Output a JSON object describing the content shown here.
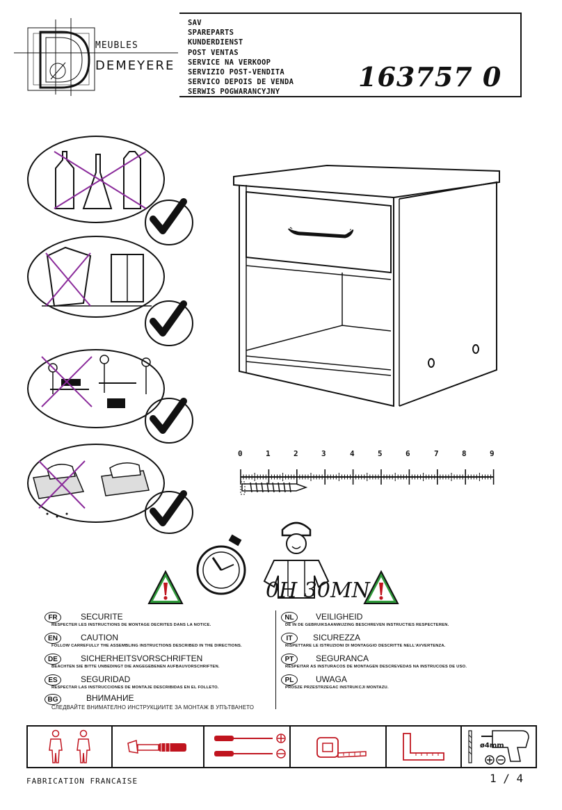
{
  "brand": {
    "line1": "MEUBLES",
    "line2": "DEMEYERE"
  },
  "service": {
    "lines": [
      "SAV",
      "SPAREPARTS",
      "KUNDERDIENST",
      "POST VENTAS",
      "SERVICE NA VERKOOP",
      "SERVIZIO POST-VENDITA",
      "SERVICO DEPOIS DE VENDA",
      "SERWIS POGWARANCYJNY"
    ],
    "reference": "163757 0"
  },
  "ruler": {
    "ticks": [
      "0",
      "1",
      "2",
      "3",
      "4",
      "5",
      "6",
      "7",
      "8",
      "9"
    ]
  },
  "duration": "0H 30MN",
  "safety": {
    "left": [
      {
        "code": "FR",
        "title": "SECURITE",
        "text": "RESPECTER LES INSTRUCTIONS DE MONTAGE DECRITES DANS LA NOTICE."
      },
      {
        "code": "EN",
        "title": "CAUTION",
        "text": "FOLLOW CARREFULLY THE ASSEMBLING INSTRUCTIONS DESCRIBED IN THE DIRECTIONS."
      },
      {
        "code": "DE",
        "title": "SICHERHEITSVORSCHRIFTEN",
        "text": "BEACHTEN SIE BITTE UNBEDINGT DIE ANGEGEBENEN AUFBAUVORSCHRIFTEN."
      },
      {
        "code": "ES",
        "title": "SEGURIDAD",
        "text": "RESPECTAR LAS INSTRUCCIONES DE MONTAJE DESCRIBIDAS EN EL FOLLETO."
      },
      {
        "code": "BG",
        "title": "ВНИМАНИЕ",
        "text": "СЛЕДВАЙТЕ ВНИМАТЕЛНО ИНСТРУКЦИИТЕ ЗА МОНТАЖ В УПЪТВАНЕТО"
      }
    ],
    "right": [
      {
        "code": "NL",
        "title": "VEILIGHEID",
        "text": "DE IN DE GEBRUIKSAANWIJZING BESCHREVEN INSTRUCTIES RESPECTEREN."
      },
      {
        "code": "IT",
        "title": "SICUREZZA",
        "text": "RISPETTARE LE ISTRUZIONI DI MONTAGGIO DESCRITTE NELL'AVVERTENZA."
      },
      {
        "code": "PT",
        "title": "SEGURANCA",
        "text": "RESPEITAR AS INSTURACOS DE MONTAGEN DESCREVEDAS NA INSTRUCOES DE USO."
      },
      {
        "code": "PL",
        "title": "UWAGA",
        "text": "PROSZE PRZESTRZEGAC INSTRUKCJI MONTAZU."
      }
    ]
  },
  "tools": {
    "drill_label": "ø4mm",
    "icons": [
      "two-people-icon",
      "hammer-icon",
      "screwdrivers-icon",
      "tape-measure-icon",
      "square-ruler-icon",
      "drill-icon"
    ]
  },
  "footer": {
    "origin": "FABRICATION FRANCAISE",
    "page": "1 / 4"
  },
  "colors": {
    "cross": "#8a2a9a",
    "warning_red": "#c0141e",
    "warning_fill": "#2f9a3a",
    "ink": "#111111"
  }
}
